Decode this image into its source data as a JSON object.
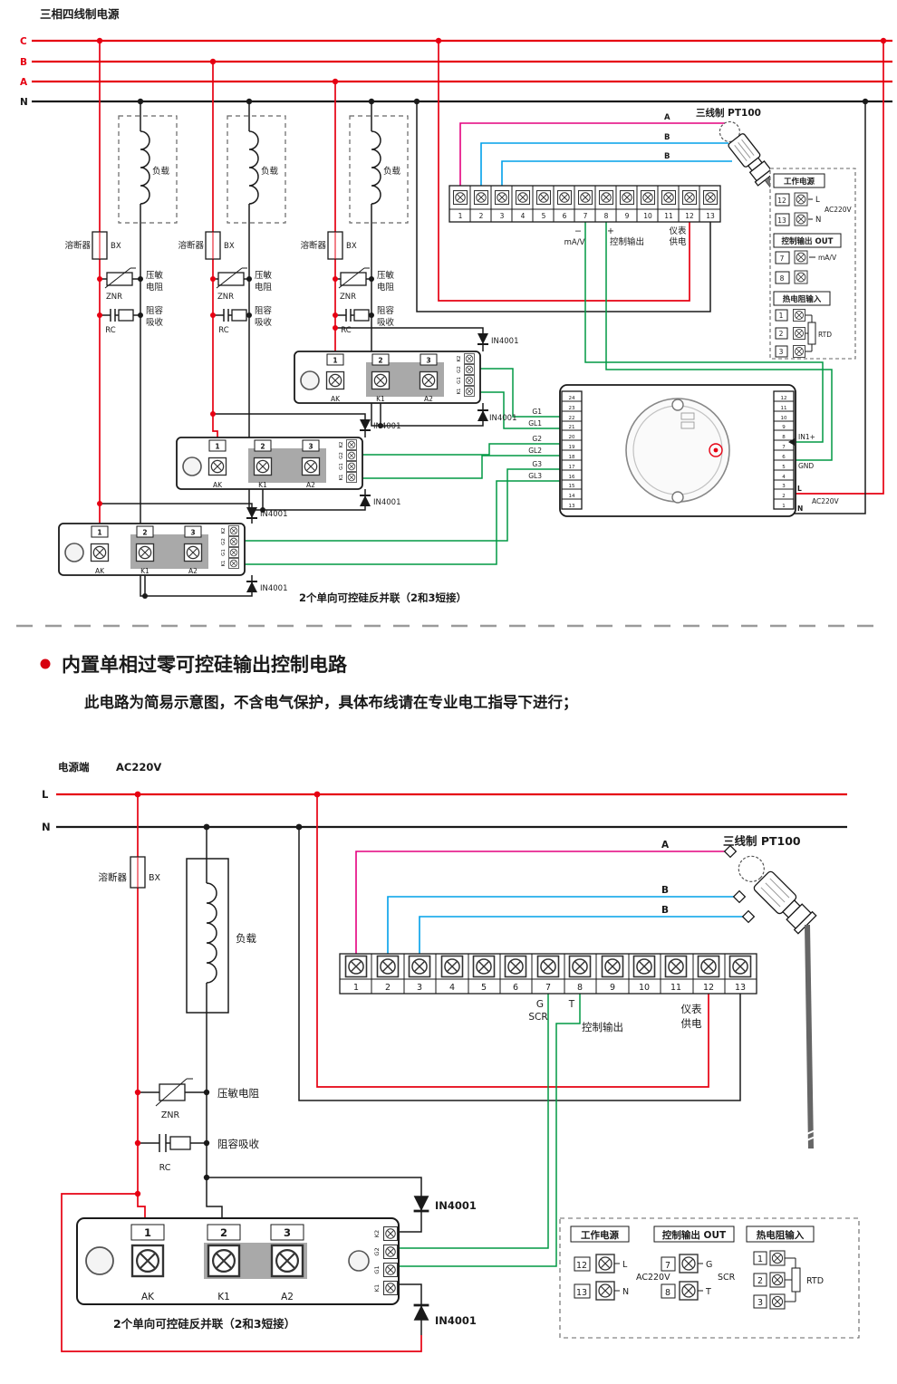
{
  "colors": {
    "red": "#e60012",
    "green": "#009944",
    "magenta": "#e4007f",
    "blue": "#00a0e9",
    "black": "#1a1a1a"
  },
  "top": {
    "title": "三相四线制电源",
    "phases": [
      "C",
      "B",
      "A",
      "N"
    ],
    "load": "负载",
    "fuse": "溶断器",
    "fuse_type": "BX",
    "znr": "ZNR",
    "varistor1": "压敏",
    "varistor2": "电阻",
    "rc": "RC",
    "rc1": "阻容",
    "rc2": "吸收",
    "diode": "IN4001",
    "module": {
      "n1": "1",
      "n2": "2",
      "n3": "3",
      "ak": "AK",
      "k1": "K1",
      "a2": "A2",
      "ck2": "K2",
      "cg2": "G2",
      "cg1": "G1",
      "ck1": "K1"
    },
    "terminals": [
      "1",
      "2",
      "3",
      "4",
      "5",
      "6",
      "7",
      "8",
      "9",
      "10",
      "11",
      "12",
      "13"
    ],
    "minus": "−",
    "plus": "+",
    "mav": "mA/V",
    "ctrl": "控制输出",
    "meter1": "仪表",
    "meter2": "供电",
    "pt100": "三线制 PT100",
    "wires": [
      "A",
      "B",
      "B"
    ],
    "g_labels": [
      "G1",
      "GL1",
      "G2",
      "GL2",
      "G3",
      "GL3"
    ],
    "note": "2个单向可控硅反并联（2和3短接）",
    "trigger": {
      "left": [
        "24",
        "23",
        "22",
        "21",
        "20",
        "19",
        "18",
        "17",
        "16",
        "15",
        "14",
        "13"
      ],
      "right": [
        "12",
        "11",
        "10",
        "9",
        "8",
        "7",
        "6",
        "5",
        "4",
        "3",
        "2",
        "1"
      ],
      "in1": "IN1+",
      "gnd": "GND",
      "l": "L",
      "n": "N",
      "ac": "AC220V"
    },
    "panel": {
      "power": "工作电源",
      "n12": "12",
      "n13": "13",
      "l": "L",
      "n": "N",
      "ac": "AC220V",
      "out": "控制输出 OUT",
      "n7": "7",
      "n8": "8",
      "mav": "mA/V",
      "rtd_title": "热电阻输入",
      "r1": "1",
      "r2": "2",
      "r3": "3",
      "rtd": "RTD"
    }
  },
  "middle": {
    "heading": "内置单相过零可控硅输出控制电路",
    "subtext": "此电路为简易示意图，不含电气保护，具体布线请在专业电工指导下进行；"
  },
  "bottom": {
    "source": "电源端",
    "ac": "AC220V",
    "l": "L",
    "n": "N",
    "fuse": "溶断器",
    "fuse_type": "BX",
    "load": "负载",
    "znr": "ZNR",
    "varistor": "压敏电阻",
    "rc": "RC",
    "rc_label": "阻容吸收",
    "diode": "IN4001",
    "module": {
      "n1": "1",
      "n2": "2",
      "n3": "3",
      "ak": "AK",
      "k1": "K1",
      "a2": "A2",
      "ck2": "K2",
      "cg2": "G2",
      "cg1": "G1",
      "ck1": "K1"
    },
    "terminals": [
      "1",
      "2",
      "3",
      "4",
      "5",
      "6",
      "7",
      "8",
      "9",
      "10",
      "11",
      "12",
      "13"
    ],
    "g": "G",
    "t": "T",
    "scr": "SCR",
    "ctrl": "控制输出",
    "meter1": "仪表",
    "meter2": "供电",
    "pt100": "三线制 PT100",
    "wires": [
      "A",
      "B",
      "B"
    ],
    "note": "2个单向可控硅反并联（2和3短接）",
    "panel": {
      "power": "工作电源",
      "n12": "12",
      "n13": "13",
      "l": "L",
      "n": "N",
      "ac": "AC220V",
      "out": "控制输出 OUT",
      "n7": "7",
      "n8": "8",
      "g": "G",
      "t": "T",
      "scr": "SCR",
      "rtd_title": "热电阻输入",
      "r1": "1",
      "r2": "2",
      "r3": "3",
      "rtd": "RTD"
    }
  }
}
